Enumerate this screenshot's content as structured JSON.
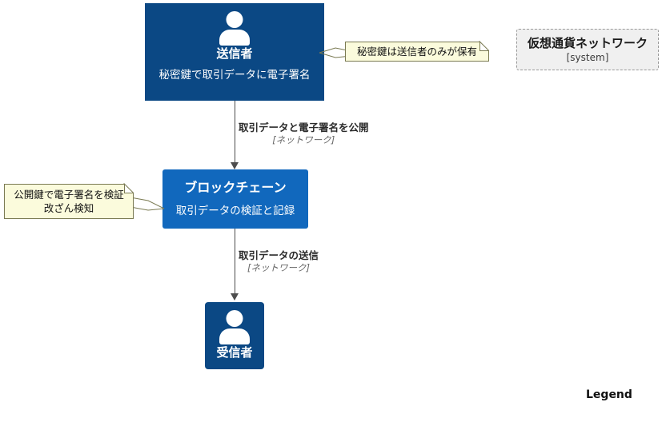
{
  "diagram": {
    "nodes": [
      {
        "id": "sender",
        "name": "送信者",
        "description": "秘密鍵で取引データに電子署名",
        "icon": "person-icon",
        "color": "#0B4884"
      },
      {
        "id": "blockchain",
        "name": "ブロックチェーン",
        "description": "取引データの検証と記録",
        "color": "#1168BD"
      },
      {
        "id": "receiver",
        "name": "受信者",
        "icon": "person-icon",
        "color": "#0B4884"
      }
    ],
    "boundary": {
      "title": "仮想通貨ネットワーク",
      "subtitle": "[system]",
      "border_color": "#9a9a9a",
      "fill_color": "#f0f0f0"
    },
    "edges": [
      {
        "id": "sender-to-blockchain",
        "label": "取引データと電子署名を公開",
        "technology": "[ネットワーク]"
      },
      {
        "id": "blockchain-to-receiver",
        "label": "取引データの送信",
        "technology": "[ネットワーク]"
      }
    ],
    "notes": [
      {
        "id": "note-sender",
        "text": "秘密鍵は送信者のみが保有",
        "fill_color": "#FBFBDC"
      },
      {
        "id": "note-blockchain",
        "text": "公開鍵で電子署名を検証\n改ざん検知",
        "fill_color": "#FBFBDC"
      }
    ],
    "legend": {
      "title": "Legend"
    }
  }
}
